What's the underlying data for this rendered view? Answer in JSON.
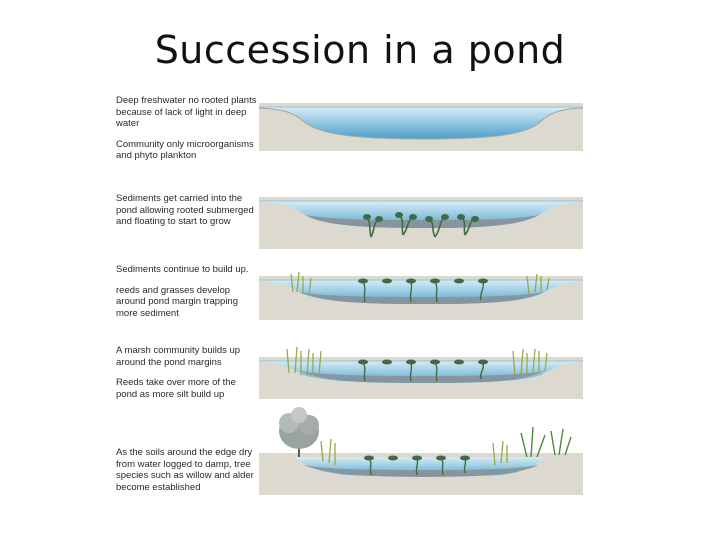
{
  "title": "Succession in a pond",
  "stages": [
    {
      "paragraphs": [
        "Deep freshwater no rooted plants because of lack of light in deep water",
        "Community only microorganisms and phyto plankton"
      ]
    },
    {
      "paragraphs": [
        "Sediments get carried into the pond allowing rooted submerged and floating to start to grow"
      ]
    },
    {
      "paragraphs": [
        "Sediments continue to build up.",
        "reeds and grasses develop around pond margin trapping more sediment"
      ]
    },
    {
      "paragraphs": [
        "A marsh community builds up around the pond margins",
        "Reeds take over more of the pond as more silt build up"
      ]
    },
    {
      "paragraphs": [
        "As the soils around the edge dry from water logged to damp, tree species such as willow and alder become established"
      ]
    }
  ],
  "colors": {
    "bank": "#dcd9cf",
    "bank_edge": "#b9b5a8",
    "water_top": "#cfe8f3",
    "water_bottom": "#5fa9cf",
    "sediment": "#8c8f93",
    "plant": "#3f6b47",
    "reed": "#9aa84a",
    "tree": "#9aa3a0"
  }
}
